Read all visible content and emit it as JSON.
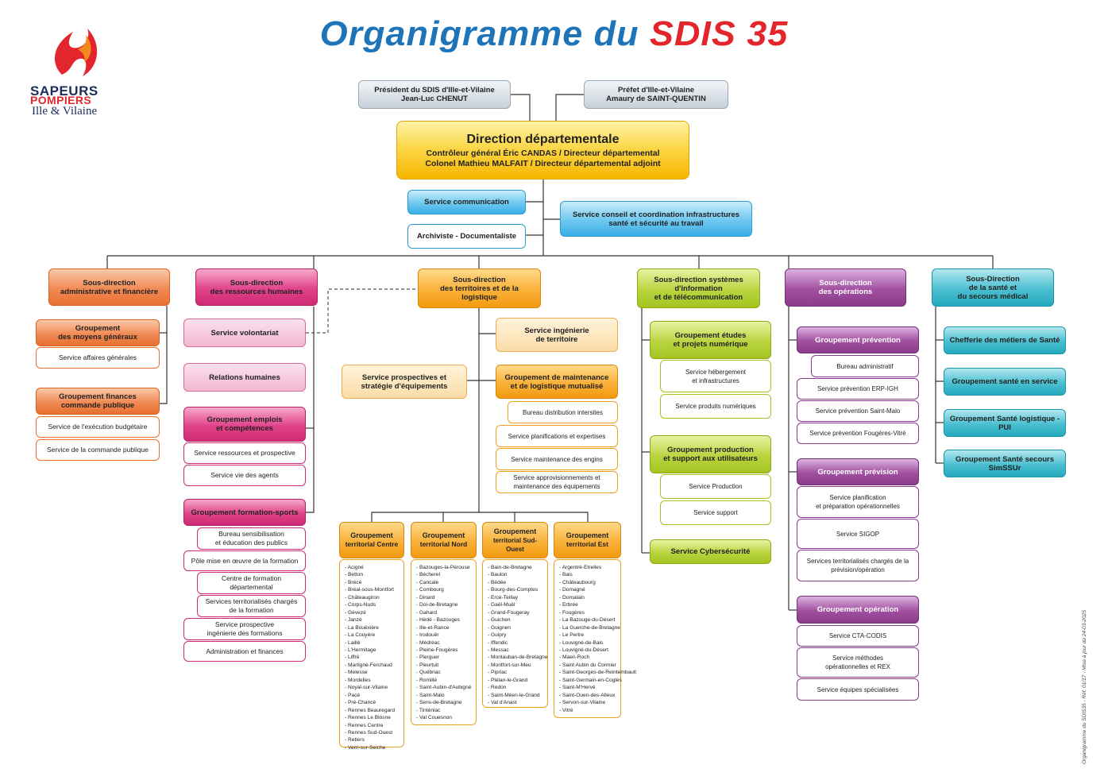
{
  "header": {
    "title_part1": "Organigramme du ",
    "title_part2": "SDIS 35"
  },
  "logo": {
    "line1": "SAPEURS",
    "line2": "POMPIERS",
    "line3": "Ille & Vilaine",
    "icon": "flame-icon"
  },
  "top": {
    "president": [
      "Président du SDIS d'Ille-et-Vilaine",
      "Jean-Luc CHENUT"
    ],
    "prefet": [
      "Préfet d'Ille-et-Vilaine",
      "Amaury de SAINT-QUENTIN"
    ],
    "direction_title": "Direction départementale",
    "direction_line1": "Contrôleur général  Éric CANDAS / Directeur départemental",
    "direction_line2": "Colonel Mathieu MALFAIT / Directeur départemental adjoint",
    "communication": "Service communication",
    "archiviste": "Archiviste - Documentaliste",
    "conseil": [
      "Service conseil et coordination infrastructures",
      "santé et sécurité au travail"
    ]
  },
  "admin": {
    "title": [
      "Sous-direction",
      "administrative et financière"
    ],
    "g1": [
      "Groupement",
      "des moyens généraux"
    ],
    "g1_items": [
      "Service affaires générales"
    ],
    "g2": [
      "Groupement finances",
      "commande publique"
    ],
    "g2_items": [
      "Service de l'exécution budgétaire",
      "Service de la commande publique"
    ]
  },
  "rh": {
    "title": [
      "Sous-direction",
      "des ressources humaines"
    ],
    "volontariat": "Service volontariat",
    "relations": "Relations humaines",
    "g_emplois": [
      "Groupement emplois",
      "et compétences"
    ],
    "emplois_items": [
      "Service ressources et prospective",
      "Service vie des agents"
    ],
    "g_formation": "Groupement formation-sports",
    "bureau_sens": [
      "Bureau sensibilisation",
      "et éducation des publics"
    ],
    "pole": "Pôle mise en œuvre de la formation",
    "centre": [
      "Centre de formation",
      "départemental"
    ],
    "st_formation": [
      "Services territorialisés chargés",
      "de la formation"
    ],
    "prospective": [
      "Service prospective",
      "ingénierie des formations"
    ],
    "admin_fin": "Administration et finances"
  },
  "terr": {
    "title": [
      "Sous-direction",
      "des territoires et de la logistique"
    ],
    "ingenierie": [
      "Service ingénierie",
      "de territoire"
    ],
    "prospectives": [
      "Service prospectives et",
      "stratégie d'équipements"
    ],
    "g_maint": [
      "Groupement de maintenance",
      "et de logistique mutualisé"
    ],
    "bureau_distrib": "Bureau distribution intersites",
    "maint_items": [
      "Service planifications et expertises",
      "Service maintenance des engins"
    ],
    "approvisionnements": [
      "Service approvisionnements et",
      "maintenance des équipements"
    ],
    "gt_centre": [
      "Groupement",
      "territorial Centre"
    ],
    "gt_nord": [
      "Groupement",
      "territorial Nord"
    ],
    "gt_so": [
      "Groupement",
      "territorial Sud-Ouest"
    ],
    "gt_est": [
      "Groupement",
      "territorial Est"
    ],
    "list_centre": [
      "- Acigné",
      "- Betton",
      "- Brécé",
      "- Bréal-sous-Montfort",
      "- Châteaugiron",
      "- Corps-Nuds",
      "- Gévezé",
      "- Janzé",
      "- La Bouëxière",
      "- La Couyère",
      "- Laillé",
      "- L'Hermitage",
      "- Liffré",
      "- Martigné-Ferchaud",
      "- Melesse",
      "- Mordelles",
      "- Noyal-sur-Vilaine",
      "- Pacé",
      "- Pré-Chancé",
      "- Rennes Beauregard",
      "- Rennes Le Blosne",
      "- Rennes Centre",
      "- Rennes Sud-Ouest",
      "- Retiers",
      "- Vern-sur-Seiche"
    ],
    "list_nord": [
      "- Bazouges-la-Pérouse",
      "- Bécherel",
      "- Cancale",
      "- Combourg",
      "- Dinard",
      "- Dol-de-Bretagne",
      "- Gahard",
      "- Hédé - Bazouges",
      "- Ille-et-Rance",
      "- Irodouër",
      "- Médréac",
      "- Pleine-Fougères",
      "- Plerguer",
      "- Pleurtuit",
      "- Québriac",
      "- Romillé",
      "- Saint-Aubin-d'Aubigné",
      "- Saint-Malo",
      "- Sens-de-Bretagne",
      "- Tinténiac",
      "- Val Couesnon"
    ],
    "list_so": [
      "- Bain-de-Bretagne",
      "- Baulon",
      "- Bédée",
      "- Bourg-des-Comptes",
      "- Ercé-Teillay",
      "- Gaël-Muël",
      "- Grand-Fougeray",
      "- Guichen",
      "- Guignen",
      "- Guipry",
      "- Iffendic",
      "- Messac",
      "- Montauban-de-Bretagne",
      "- Montfort-sur-Meu",
      "- Pipriac",
      "- Plélan-le-Grand",
      "- Redon",
      "- Saint-Méen-le-Grand",
      "- Val d'Anast"
    ],
    "list_est": [
      "- Argentré-Etrelles",
      "- Bais",
      "- Châteaubourg",
      "- Domagné",
      "- Domalain",
      "- Erbrée",
      "- Fougères",
      "- La Bazouge-du-Désert",
      "- La Guerche-de-Bretagne",
      "- Le Pertre",
      "- Louvigné-de-Bais",
      "- Louvigné-du-Désert",
      "- Maen-Roch",
      "- Saint Aubin du Cormier",
      "- Saint-Georges-de-Reintembault",
      "- Saint-Germain-en-Coglès",
      "- Saint-M'Hervé",
      "- Saint-Ouen-des-Alleux",
      "- Servon-sur-Vilaine",
      "- Vitré"
    ]
  },
  "si": {
    "title": [
      "Sous-direction systèmes",
      "d'information",
      "et de télécommunication"
    ],
    "g_etudes": [
      "Groupement études",
      "et projets numérique"
    ],
    "hebergement": [
      "Service hébergement",
      "et infrastructures"
    ],
    "produits": "Service produits numériques",
    "g_prod": [
      "Groupement production",
      "et support aux utilisateurs"
    ],
    "production": "Service Production",
    "support": "Service support",
    "cyber": "Service Cybersécurité"
  },
  "ops": {
    "title": [
      "Sous-direction",
      "des opérations"
    ],
    "g_prev": "Groupement prévention",
    "bureau_admin": "Bureau administratif",
    "prev_items": [
      "Service prévention ERP-IGH",
      "Service prévention Saint-Malo",
      "Service prévention Fougères-Vitré"
    ],
    "g_prevision": "Groupement prévision",
    "planification": [
      "Service planification",
      "et préparation opérationnelles"
    ],
    "sigop": "Service SIGOP",
    "st_prevision": [
      "Services territorialisés chargés de la",
      "prévision/opération"
    ],
    "g_operation": "Groupement opération",
    "cta": "Service CTA-CODIS",
    "methodes": [
      "Service méthodes",
      "opérationnelles et REX"
    ],
    "equipes": "Service équipes spécialisées"
  },
  "sante": {
    "title": [
      "Sous-Direction",
      "de la santé et",
      "du secours médical"
    ],
    "chefferie": "Chefferie des métiers de Santé",
    "g_service": "Groupement santé en service",
    "g_log": "Groupement Santé logistique - PUI",
    "g_secours": [
      "Groupement Santé secours",
      "SimSSUr"
    ]
  },
  "footer": "Organigramme du SDIS35 - Réf. 01/17 - Mise à jour du 24-03-2025"
}
